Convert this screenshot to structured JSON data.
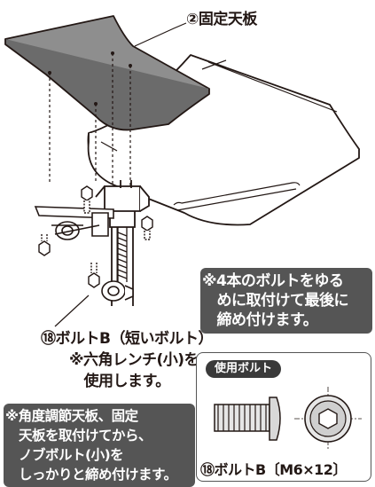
{
  "labels": {
    "part2": "②固定天板",
    "part18": "⑱ボルトB（短いボルト）"
  },
  "wrench_note": [
    "※六角レンチ(小)を",
    "　使用します。"
  ],
  "note_loose": [
    "※4本のボルトをゆる",
    "　めに取付けて最後に",
    "　締め付けます。"
  ],
  "note_knob": [
    "※角度調節天板、固定",
    "　天板を取付けてから、",
    "　ノブボルト(小)を",
    "　しっかりと締め付けます。"
  ],
  "bolt_panel": {
    "badge": "使用ボルト",
    "caption": "⑱ボルトB〔M6×12〕"
  }
}
